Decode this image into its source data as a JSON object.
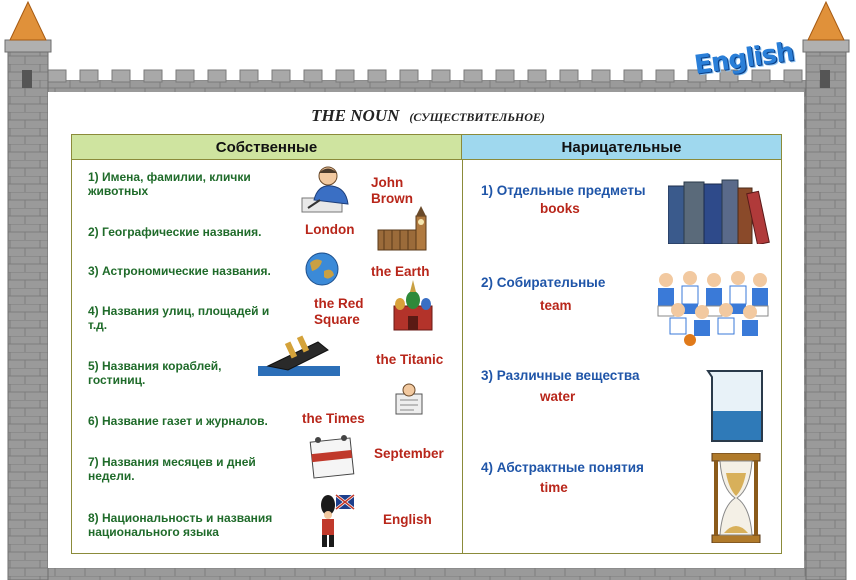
{
  "logo": "English",
  "title": {
    "main": "THE NOUN",
    "sub": "(СУЩЕСТВИТЕЛЬНОЕ)"
  },
  "left_header": "Собственные",
  "right_header": "Нарицательные",
  "proper": [
    {
      "text": "1) Имена, фамилии, клички животных",
      "example": "John Brown"
    },
    {
      "text": "2) Географические названия.",
      "example": "London"
    },
    {
      "text": "3) Астрономические названия.",
      "example": "the Earth"
    },
    {
      "text": "4) Названия улиц, площадей и т.д.",
      "example": "the Red Square"
    },
    {
      "text": "5) Названия кораблей, гостиниц.",
      "example": "the Titanic"
    },
    {
      "text": "6) Название газет и журналов.",
      "example": "the Times"
    },
    {
      "text": "7) Названия месяцев и дней недели.",
      "example": "September"
    },
    {
      "text": "8) Национальность и названия национального языка",
      "example": "English"
    }
  ],
  "common": [
    {
      "text": "1) Отдельные предметы",
      "example": "books"
    },
    {
      "text": "2) Собирательные",
      "example": "team"
    },
    {
      "text": "3) Различные вещества",
      "example": "water"
    },
    {
      "text": "4) Абстрактные понятия",
      "example": "time"
    }
  ],
  "icons": [
    "castle-wall",
    "tower-left",
    "tower-right",
    "man-writing-icon",
    "big-ben-icon",
    "earth-globe-icon",
    "kremlin-icon",
    "sinking-ship-icon",
    "newspaper-reader-icon",
    "calendar-icon",
    "royal-guard-icon",
    "books-icon",
    "team-icon",
    "beaker-icon",
    "hourglass-icon"
  ]
}
